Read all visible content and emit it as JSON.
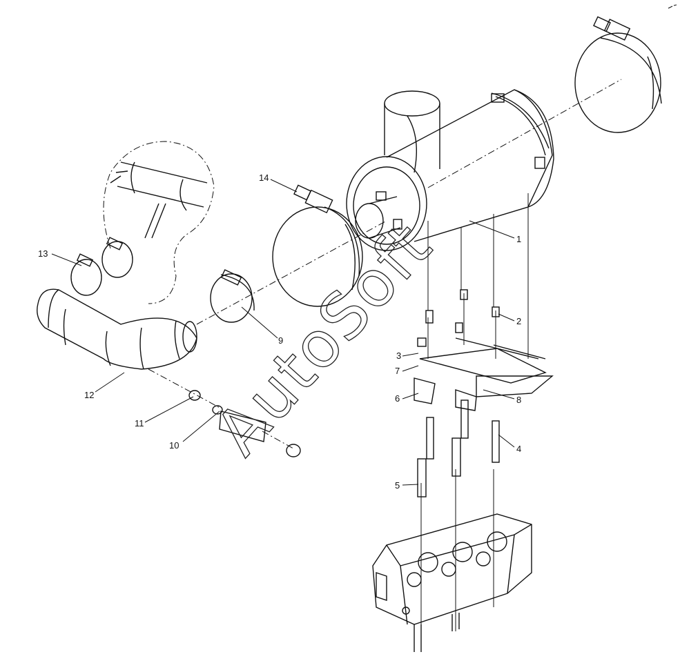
{
  "diagram": {
    "watermark": "AutoSoft",
    "labels": [
      {
        "id": "label-1",
        "text": "1"
      },
      {
        "id": "label-2",
        "text": "2"
      },
      {
        "id": "label-3",
        "text": "3"
      },
      {
        "id": "label-4",
        "text": "4"
      },
      {
        "id": "label-5",
        "text": "5"
      },
      {
        "id": "label-6",
        "text": "6"
      },
      {
        "id": "label-7",
        "text": "7"
      },
      {
        "id": "label-8",
        "text": "8"
      },
      {
        "id": "label-9",
        "text": "9"
      },
      {
        "id": "label-10",
        "text": "10"
      },
      {
        "id": "label-11",
        "text": "11"
      },
      {
        "id": "label-12",
        "text": "12"
      },
      {
        "id": "label-13",
        "text": "13"
      },
      {
        "id": "label-14",
        "text": "14"
      }
    ]
  }
}
